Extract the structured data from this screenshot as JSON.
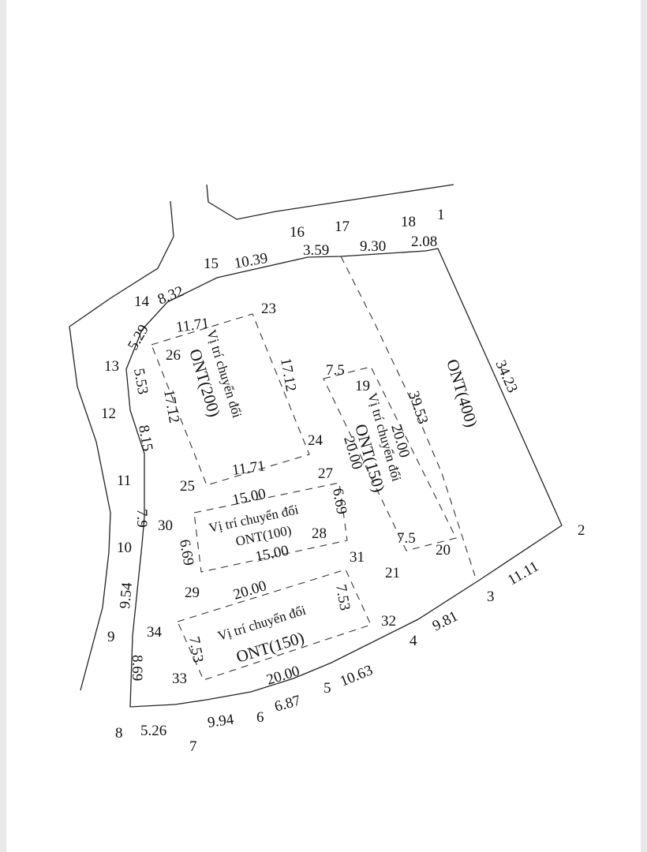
{
  "points": {
    "p1": "1",
    "p2": "2",
    "p3": "3",
    "p4": "4",
    "p5": "5",
    "p6": "6",
    "p7": "7",
    "p8": "8",
    "p9": "9",
    "p10": "10",
    "p11": "11",
    "p12": "12",
    "p13": "13",
    "p14": "14",
    "p15": "15",
    "p16": "16",
    "p17": "17",
    "p18": "18",
    "p19": "19",
    "p20": "20",
    "p21": "21",
    "p23": "23",
    "p24": "24",
    "p25": "25",
    "p26": "26",
    "p27": "27",
    "p28": "28",
    "p29": "29",
    "p30": "30",
    "p31": "31",
    "p32": "32",
    "p33": "33",
    "p34": "34"
  },
  "boundary_dims": {
    "d_1_2": "34.23",
    "d_2_3": "11.11",
    "d_3_4": "9.81",
    "d_4_5": "10.63",
    "d_5_6": "6.87",
    "d_6_7": "9.94",
    "d_7_8": "5.26",
    "d_8_9": "8.69",
    "d_9_10": "9.54",
    "d_10_11": "7.9",
    "d_11_12": "8.15",
    "d_12_13": "5.53",
    "d_13_14": "5.29",
    "d_14_15": "8.32",
    "d_15_16": "10.39",
    "d_16_17": "3.59",
    "d_17_18": "9.30",
    "d_18_1": "2.08"
  },
  "lot_a": {
    "label_line1": "Vị trí chuyển đổi",
    "label_line2": "ONT(200)",
    "top": "11.71",
    "bottom": "11.71",
    "left": "17.12",
    "right": "17.12"
  },
  "lot_b": {
    "label_line1": "Vị trí chuyển đổi",
    "label_line2": "ONT(150)",
    "top": "7.5",
    "bottom": "7.5",
    "left": "20.00",
    "right": "20.00"
  },
  "lot_c": {
    "label_line1": "Vị trí chuyển đổi",
    "label_line2": "ONT(100)",
    "top": "15.00",
    "bottom": "15.00",
    "left": "6.69",
    "right": "6.69"
  },
  "lot_d": {
    "label_line1": "Vị trí chuyển đổi",
    "label_line2": "ONT(150)",
    "top": "20.00",
    "bottom": "20.00",
    "left": "7.53",
    "right": "7.53"
  },
  "main_lot": {
    "label": "ONT(400)",
    "divider_dim": "39.53"
  }
}
